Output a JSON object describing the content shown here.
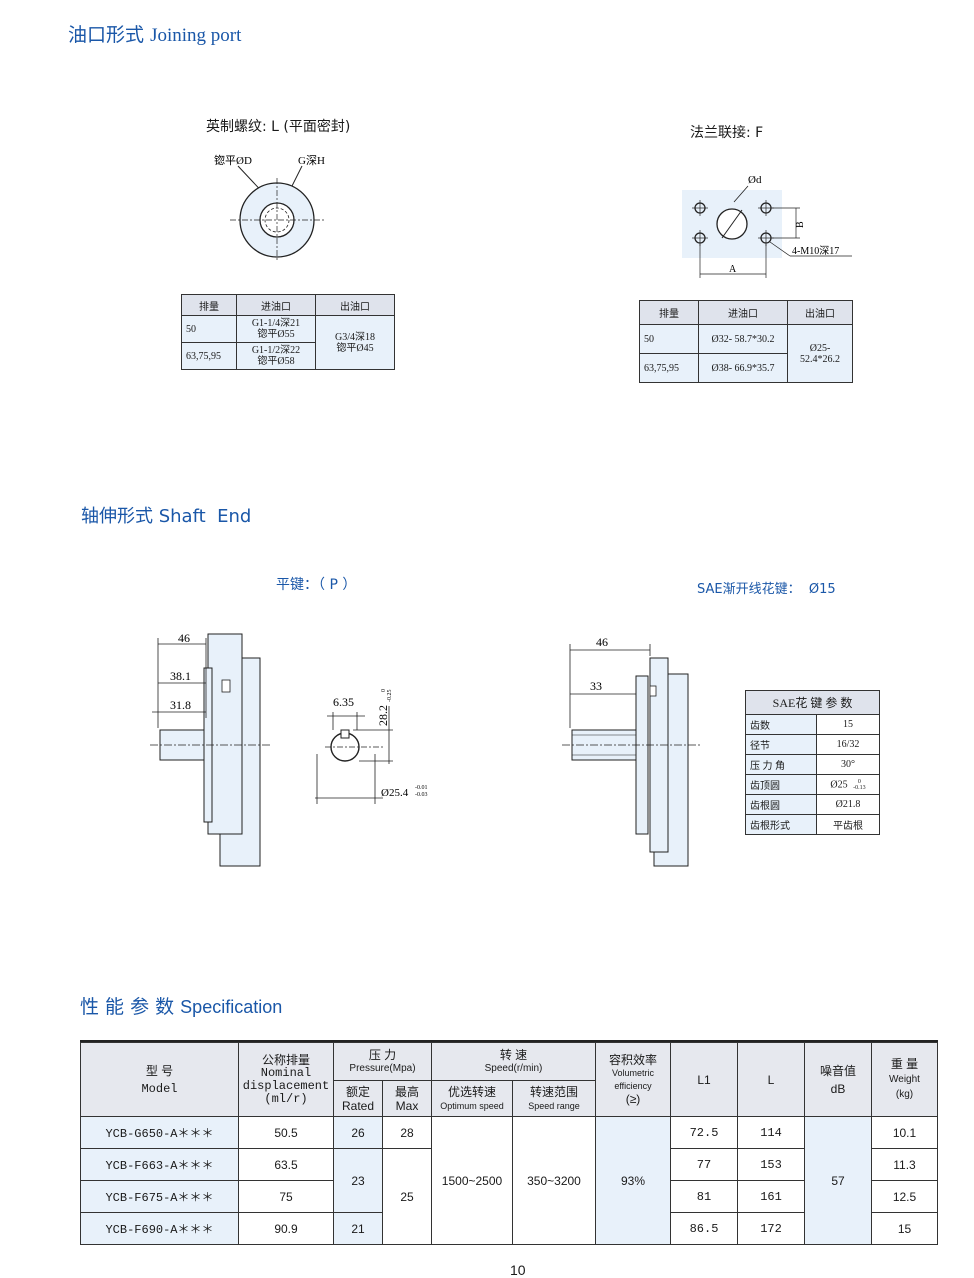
{
  "joining_port": {
    "title_cn": "油口形式",
    "title_en": "Joining port",
    "thread": {
      "label": "英制螺纹: L (平面密封)",
      "spotface": "锪平ØD",
      "depth": "G深H",
      "table": {
        "headers": [
          "排量",
          "进油口",
          "出油口"
        ],
        "rows": [
          {
            "disp": "50",
            "inlet1": "G1-1/4深21",
            "inlet2": "锪平Ø55"
          },
          {
            "disp": "63,75,95",
            "inlet1": "G1-1/2深22",
            "inlet2": "锪平Ø58"
          }
        ],
        "outlet1": "G3/4深18",
        "outlet2": "锪平Ø45"
      }
    },
    "flange": {
      "label": "法兰联接: F",
      "d": "Ød",
      "b": "B",
      "a": "A",
      "bolt": "4-M10深17",
      "table": {
        "headers": [
          "排量",
          "进油口",
          "出油口"
        ],
        "rows": [
          {
            "disp": "50",
            "inlet": "Ø32- 58.7*30.2"
          },
          {
            "disp": "63,75,95",
            "inlet": "Ø38- 66.9*35.7"
          }
        ],
        "outlet": "Ø25- 52.4*26.2"
      }
    }
  },
  "shaft_end": {
    "title": "轴伸形式 Shaft  End",
    "key": {
      "label": "平键：（ P ）",
      "dim46": "46",
      "dim381": "38.1",
      "dim318": "31.8",
      "dim635": "6.35",
      "dim282": "28.2",
      "dim282_tol_up": "0",
      "dim282_tol_lo": "-0.25",
      "dim254": "Ø25.4",
      "dim254_tol_up": "-0.01",
      "dim254_tol_lo": "-0.03"
    },
    "spline": {
      "label": "SAE渐开线花键：  Ø15",
      "dim46": "46",
      "dim33": "33",
      "table_title": "SAE花 键 参 数",
      "rows": [
        {
          "k": "齿数",
          "v": "15"
        },
        {
          "k": "径节",
          "v": "16/32"
        },
        {
          "k": "压 力 角",
          "v": "30°"
        },
        {
          "k": "齿顶圆",
          "v": "Ø25"
        },
        {
          "k": "齿根圆",
          "v": "Ø21.8"
        },
        {
          "k": "齿根形式",
          "v": "平齿根"
        }
      ],
      "tip_tol_up": "0",
      "tip_tol_lo": "-0.13"
    }
  },
  "spec": {
    "title_cn": "性 能 参 数",
    "title_en": "Specification",
    "headers": {
      "model_cn": "型  号",
      "model_en": "Model",
      "disp_cn": "公称排量",
      "disp_en1": "Nominal",
      "disp_en2": "displacement",
      "disp_unit": "(ml/r)",
      "press_cn": "压    力",
      "press_en": "Pressure(Mpa)",
      "rated_cn": "额定",
      "rated_en": "Rated",
      "max_cn": "最高",
      "max_en": "Max",
      "speed_cn": "转    速",
      "speed_en": "Speed(r/min)",
      "opt_cn": "优选转速",
      "opt_en": "Optimum speed",
      "range_cn": "转速范围",
      "range_en": "Speed range",
      "eff_cn": "容积效率",
      "eff_en1": "Volumetric",
      "eff_en2": "efficiency",
      "eff_unit": "(≥)",
      "l1": "L1",
      "l": "L",
      "noise_cn": "噪音值",
      "noise_unit": "dB",
      "weight_cn": "重  量",
      "weight_en": "Weight",
      "weight_unit": "(kg)"
    },
    "rows": [
      {
        "model": "YCB-G650-A＊＊＊",
        "disp": "50.5",
        "rated": "26",
        "max": "28",
        "l1": "72.5",
        "l": "114",
        "weight": "10.1"
      },
      {
        "model": "YCB-F663-A＊＊＊",
        "disp": "63.5",
        "l1": "77",
        "l": "153",
        "weight": "11.3"
      },
      {
        "model": "YCB-F675-A＊＊＊",
        "disp": "75",
        "l1": "81",
        "l": "161",
        "weight": "12.5"
      },
      {
        "model": "YCB-F690-A＊＊＊",
        "disp": "90.9",
        "rated": "21",
        "l1": "86.5",
        "l": "172",
        "weight": "15"
      }
    ],
    "rated_mid": "23",
    "max_mid": "25",
    "opt_speed": "1500~2500",
    "speed_range": "350~3200",
    "efficiency": "93%",
    "noise": "57"
  },
  "page_number": "10"
}
